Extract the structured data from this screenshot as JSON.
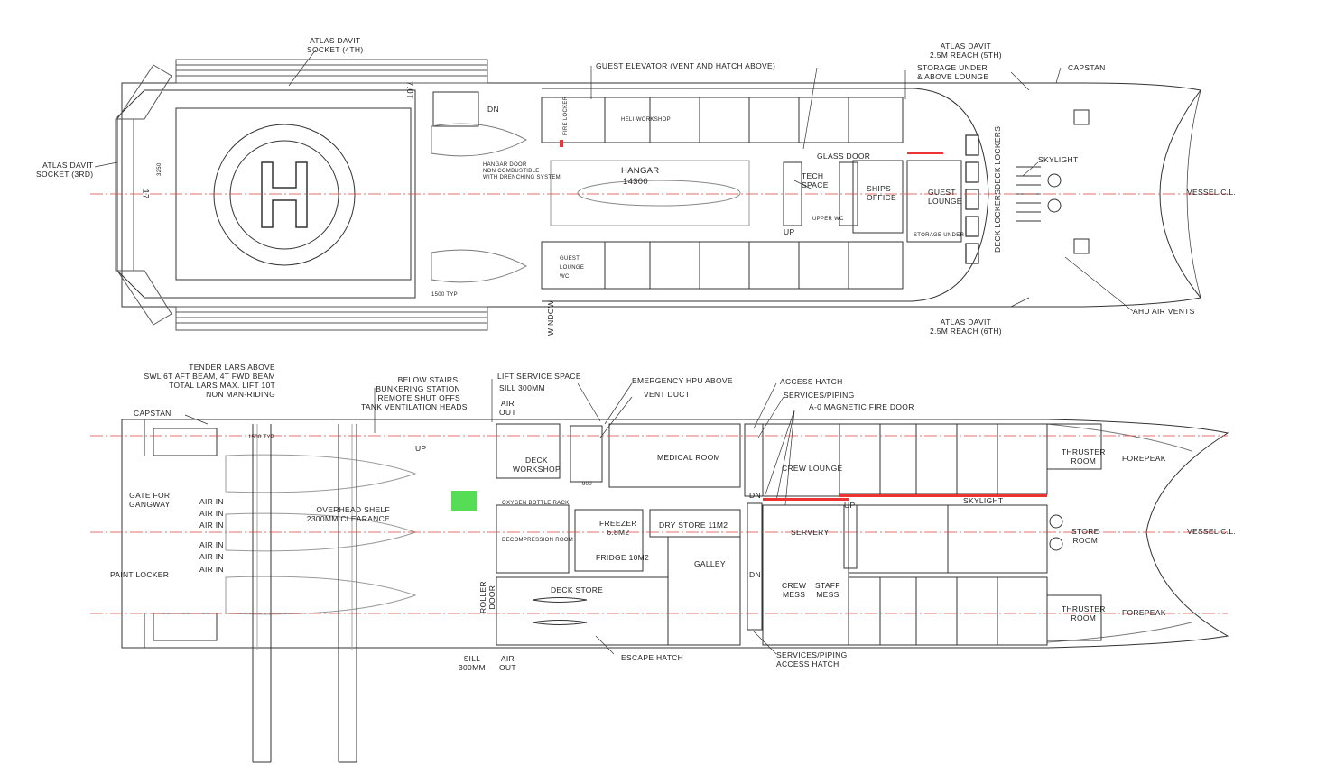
{
  "upper_deck": {
    "labels": {
      "atlas_davit_4th": "ATLAS DAVIT\nSOCKET (4th)",
      "atlas_davit_3rd": "ATLAS DAVIT\nSOCKET (3rd)",
      "guest_elevator": "GUEST ELEVATOR (VENT AND HATCH ABOVE)",
      "atlas_davit_5th": "ATLAS DAVIT\n2.5m REACH (5th)",
      "storage_under": "STORAGE UNDER\n& ABOVE LOUNGE",
      "capstan": "CAPSTAN",
      "skylight": "SKYLIGHT",
      "vessel_cl": "VESSEL C.L.",
      "ahu_air_vents": "AHU AIR VENTS",
      "atlas_davit_6th": "ATLAS DAVIT\n2.5m REACH (6th)",
      "hangar": "HANGAR",
      "hangar_dim": "14300",
      "glass_door": "GLASS DOOR",
      "tech_space": "TECH SPACE",
      "ships_office": "SHIPS OFFICE",
      "guest_lounge": "GUEST LOUNGE",
      "hangar_door": "HANGAR DOOR\nNON COMBUSTIBLE\nWITH DRENCHING SYSTEM",
      "window": "WINDOW",
      "dn": "DN",
      "up": "UP",
      "deck_lockers": "DECK LOCKERS",
      "fire_locker": "FIRE LOCKER",
      "heli_workshop": "HELI-WORKSHOP",
      "guest_lounge_wc": "GUEST LOUNGE WC",
      "dim_1500_typ": "1500 TYP",
      "dim_3250": "3250",
      "heli_marking": "7.0t",
      "heli_h": "H",
      "heli_d": "17",
      "storage_under_small": "STORAGE UNDER",
      "upper_wc": "UPPER WC"
    }
  },
  "lower_deck": {
    "labels": {
      "tender_lars": "TENDER LARS ABOVE\nSWL 6t AFT BEAM, 4t FWD BEAM\nTOTAL LARS MAX. LIFT 10t\nNON MAN-RIDING",
      "below_stairs": "BELOW STAIRS:\nBUNKERING STATION\nREMOTE SHUT OFFS\nTANK VENTILATION HEADS",
      "lift_service_space": "LIFT SERVICE SPACE",
      "sill_300": "SILL 300mm",
      "air_out": "AIR\nOUT",
      "emergency_hpu": "EMERGENCY HPU ABOVE",
      "vent_duct": "VENT DUCT",
      "access_hatch": "ACCESS HATCH",
      "services_piping": "SERVICES/PIPING",
      "fire_door": "A-0 MAGNETIC FIRE DOOR",
      "capstan": "CAPSTAN",
      "gate_for_gangway": "GATE FOR\nGANGWAY",
      "air_in": "AIR IN",
      "overhead_shelf": "OVERHEAD SHELF\n2300mm CLEARANCE",
      "paint_locker": "PAINT LOCKER",
      "deck_workshop": "DECK\nWORKSHOP",
      "medical_room": "MEDICAL ROOM",
      "crew_lounge": "CREW LOUNGE",
      "thruster_room": "THRUSTER\nROOM",
      "forepeak": "FOREPEAK",
      "skylight": "SKYLIGHT",
      "store_room": "STORE\nROOM",
      "vessel_cl": "VESSEL C.L.",
      "freezer": "FREEZER\n6.8m2",
      "dry_store": "DRY STORE 11m2",
      "fridge": "FRIDGE 10m2",
      "galley": "GALLEY",
      "servery": "SERVERY",
      "crew_mess": "CREW\nMESS",
      "staff_mess": "STAFF\nMESS",
      "deck_store": "DECK STORE",
      "roller_door": "ROLLER\nDOOR",
      "sill_300_b": "SILL\n300mm",
      "escape_hatch": "ESCAPE HATCH",
      "services_access": "SERVICES/PIPING\nACCESS HATCH",
      "oxygen_rack": "OXYGEN BOTTLE RACK",
      "decompression_room": "DECOMPRESSION ROOM",
      "up": "UP",
      "dn": "DN",
      "dim_1500_typ": "1500 TYP",
      "dim_900": "900"
    }
  }
}
